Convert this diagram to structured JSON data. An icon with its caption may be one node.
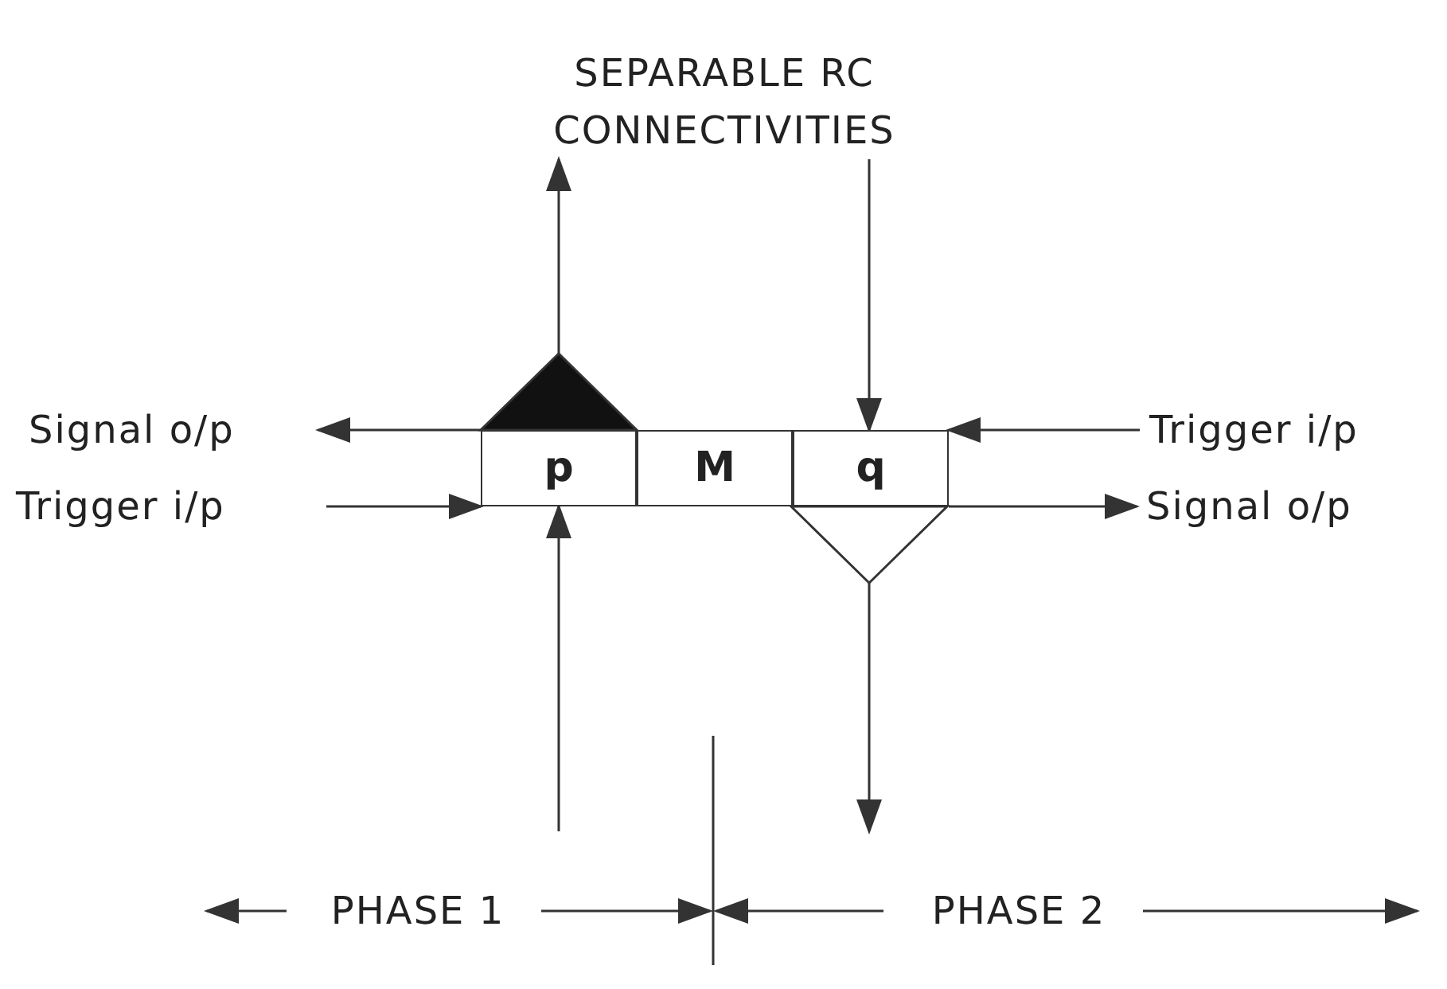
{
  "diagram": {
    "nodes": [
      {
        "text": [
          "SEPARABLE RC CONNECTIVITIES"
        ]
      },
      {
        "text": [],
        "shape": "triangle"
      },
      {
        "text": [
          "Signal o/p"
        ]
      },
      {
        "text": [
          "Trigger i/p"
        ]
      },
      {
        "text": [
          "p"
        ]
      },
      {
        "text": [
          "M"
        ]
      },
      {
        "text": [
          "q"
        ]
      },
      {
        "text": [
          "Trigger i/p"
        ]
      },
      {
        "text": [
          "Signal o/p"
        ]
      },
      {
        "text": [],
        "shape": "triangle"
      }
    ],
    "edges": [
      {
        "from": 1,
        "to": 0,
        "arrow": "to"
      },
      {
        "from": 0,
        "to": 6,
        "arrow": "to"
      },
      {
        "from": 4,
        "to": 2,
        "arrow": "to"
      },
      {
        "from": 3,
        "to": 6,
        "arrow": "to"
      },
      {
        "from": 7,
        "to": 4,
        "arrow": "to"
      },
      {
        "from": 6,
        "to": 8,
        "arrow": "to"
      },
      {
        "from": 9,
        "to": null,
        "arrow": "to"
      },
      {
        "from": null,
        "to": 4,
        "arrow": "to"
      }
    ],
    "labels": [
      "PHASE 1",
      "PHASE 2"
    ]
  }
}
